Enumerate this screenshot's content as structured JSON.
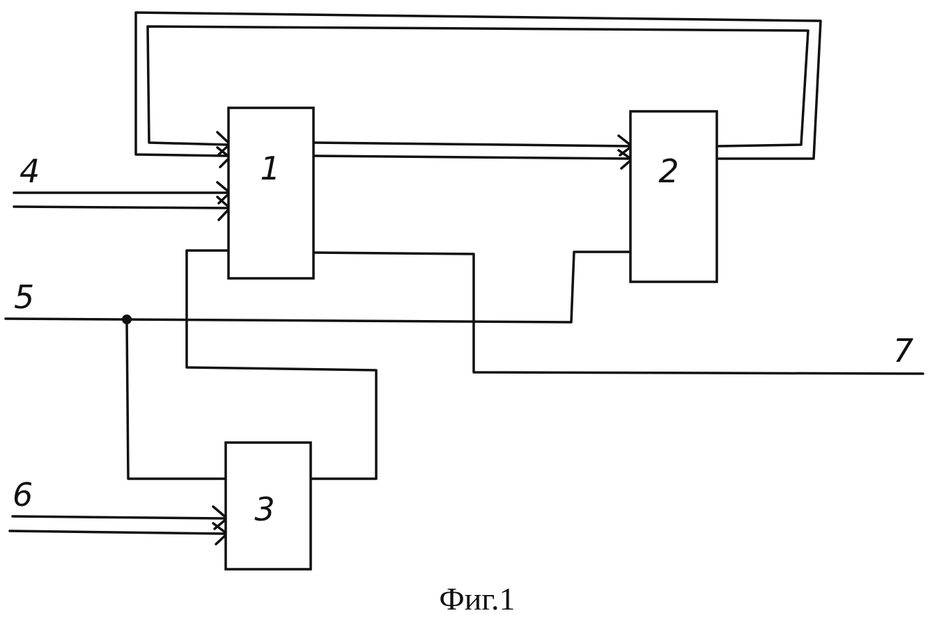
{
  "blocks": [
    {
      "id": "block-1",
      "label": "1"
    },
    {
      "id": "block-2",
      "label": "2"
    },
    {
      "id": "block-3",
      "label": "3"
    }
  ],
  "terminals": [
    {
      "id": "terminal-4",
      "label": "4"
    },
    {
      "id": "terminal-5",
      "label": "5"
    },
    {
      "id": "terminal-6",
      "label": "6"
    },
    {
      "id": "terminal-7",
      "label": "7"
    }
  ],
  "caption": "Фиг.1"
}
